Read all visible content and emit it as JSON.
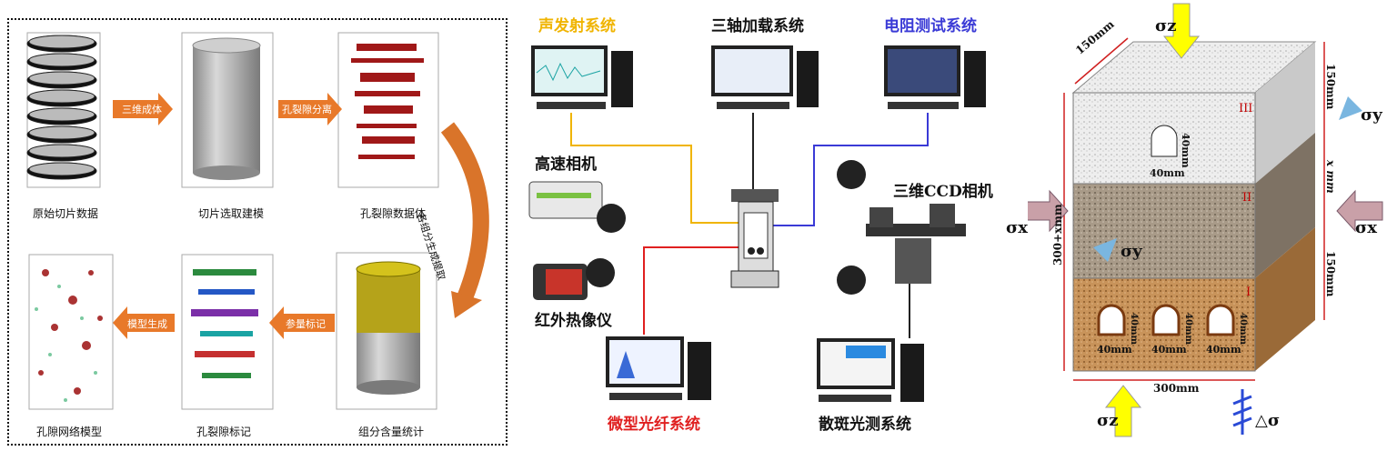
{
  "panel_left": {
    "stages": [
      {
        "label": "原始切片数据"
      },
      {
        "label": "切片选取建模"
      },
      {
        "label": "孔裂隙数据体"
      },
      {
        "label": "孔隙网络模型"
      },
      {
        "label": "孔裂隙标记"
      },
      {
        "label": "组分含量统计"
      }
    ],
    "arrows": {
      "a1": "三维成体",
      "a2": "孔裂隙分离",
      "curve": "各组分生成提取",
      "a3": "参量标记",
      "a4": "模型生成"
    }
  },
  "panel_middle": {
    "acoustic": "声发射系统",
    "triaxial": "三轴加载系统",
    "resistance": "电阻测试系统",
    "highspeed": "高速相机",
    "thermal": "红外热像仪",
    "ccd": "三维CCD相机",
    "fiber": "微型光纤系统",
    "speckle": "散斑光测系统",
    "colors": {
      "acoustic": "#f0b400",
      "resistance": "#3a3ad6",
      "fiber": "#e02020",
      "line_black": "#222222"
    }
  },
  "panel_right": {
    "sigma_z_top": "σz",
    "sigma_z_bottom": "σz",
    "sigma_y_right": "σy",
    "sigma_y_left": "σy",
    "sigma_x_left": "σx",
    "sigma_x_right": "σx",
    "delta_sigma": "△σ",
    "dim_top": "150mm",
    "dim_right_top": "150mm",
    "dim_right_mid": "x mm",
    "dim_right_bottom": "150mm",
    "dim_left": "300+xmm",
    "dim_bottom": "300mm",
    "zone_3": "III",
    "zone_2": "II",
    "zone_1": "I",
    "tunnel_w_top": "40mm",
    "tunnel_h_top": "40mm",
    "tunnel_bottom_w1": "40mm",
    "tunnel_bottom_w2": "40mm",
    "tunnel_bottom_w3": "40mm",
    "tunnel_bottom_h1": "40mm",
    "tunnel_bottom_h2": "40mm",
    "tunnel_bottom_h3": "40mm"
  }
}
